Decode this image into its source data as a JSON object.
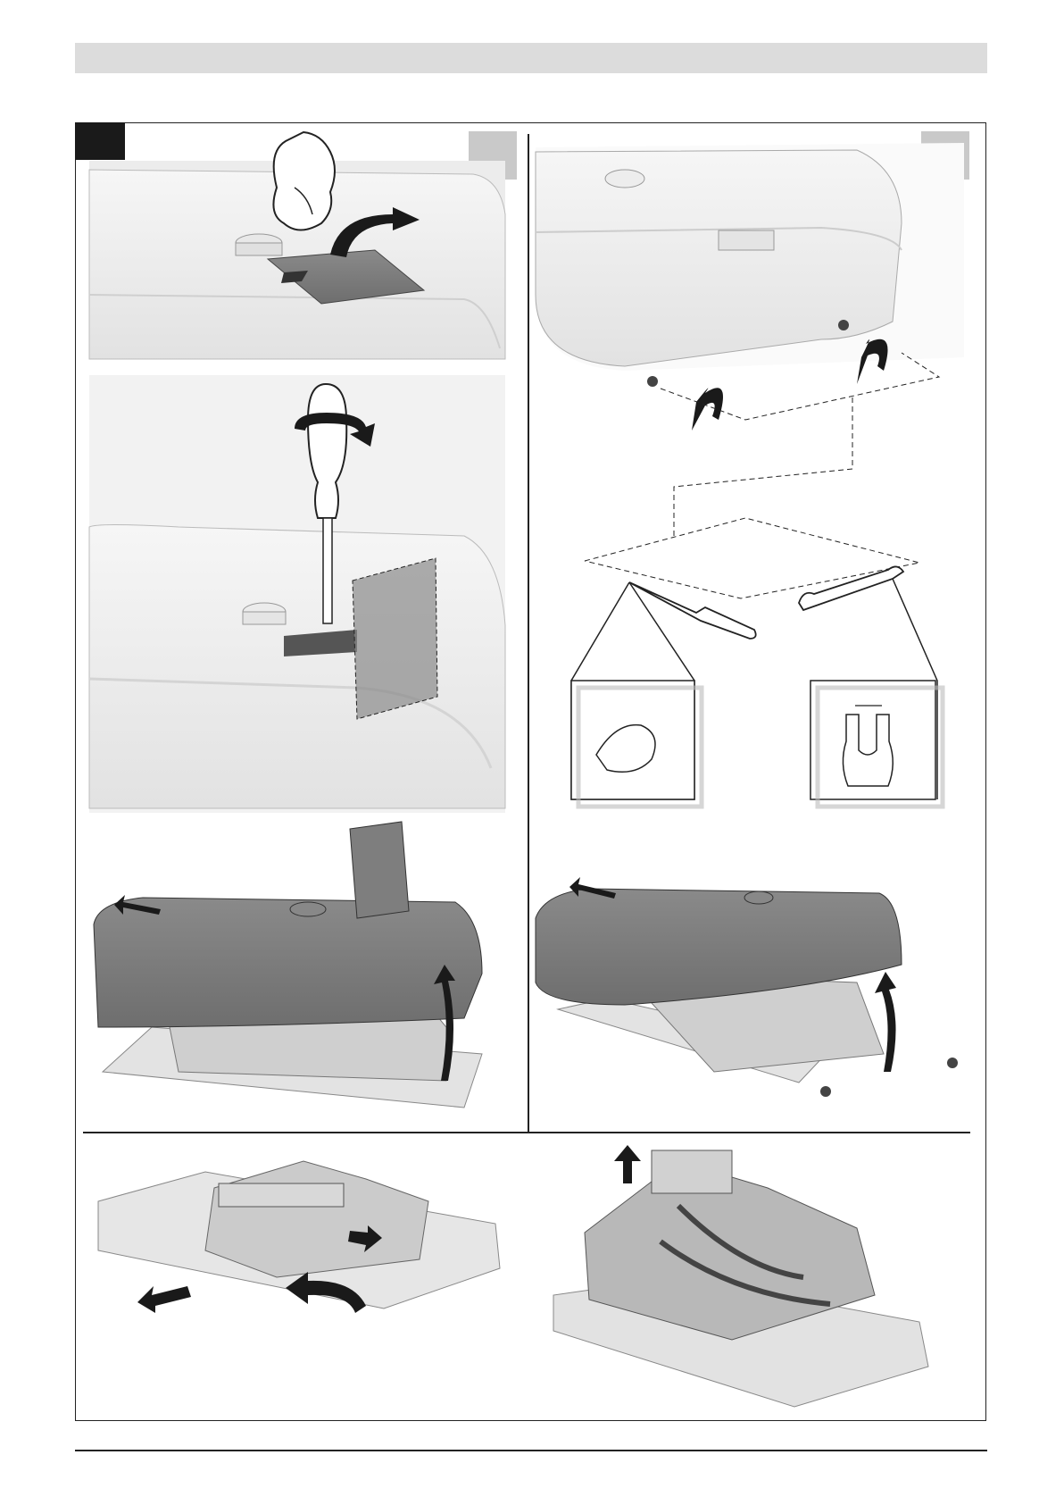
{
  "document": {
    "type": "installation illustration page",
    "panels": [
      {
        "id": "remove-cover-flap"
      },
      {
        "id": "unscrew-cover-screw"
      },
      {
        "id": "lift-cover-front-unit"
      },
      {
        "id": "unscrew-bottom-screws"
      },
      {
        "id": "tools-screwdriver-wrench"
      },
      {
        "id": "lift-cover-rear-unit"
      },
      {
        "id": "remove-electronics"
      },
      {
        "id": "lift-electronics-block"
      }
    ]
  },
  "colors": {
    "header_bar": "#dcdcdc",
    "cover_dark": "#7a7a7a",
    "cover_light": "#efefef",
    "line": "#222222"
  },
  "icons": [
    "hand-icon",
    "curved-arrow-icon",
    "screwdriver-icon",
    "rotate-arrow-icon",
    "wrench-icon",
    "straight-arrow-icon"
  ]
}
